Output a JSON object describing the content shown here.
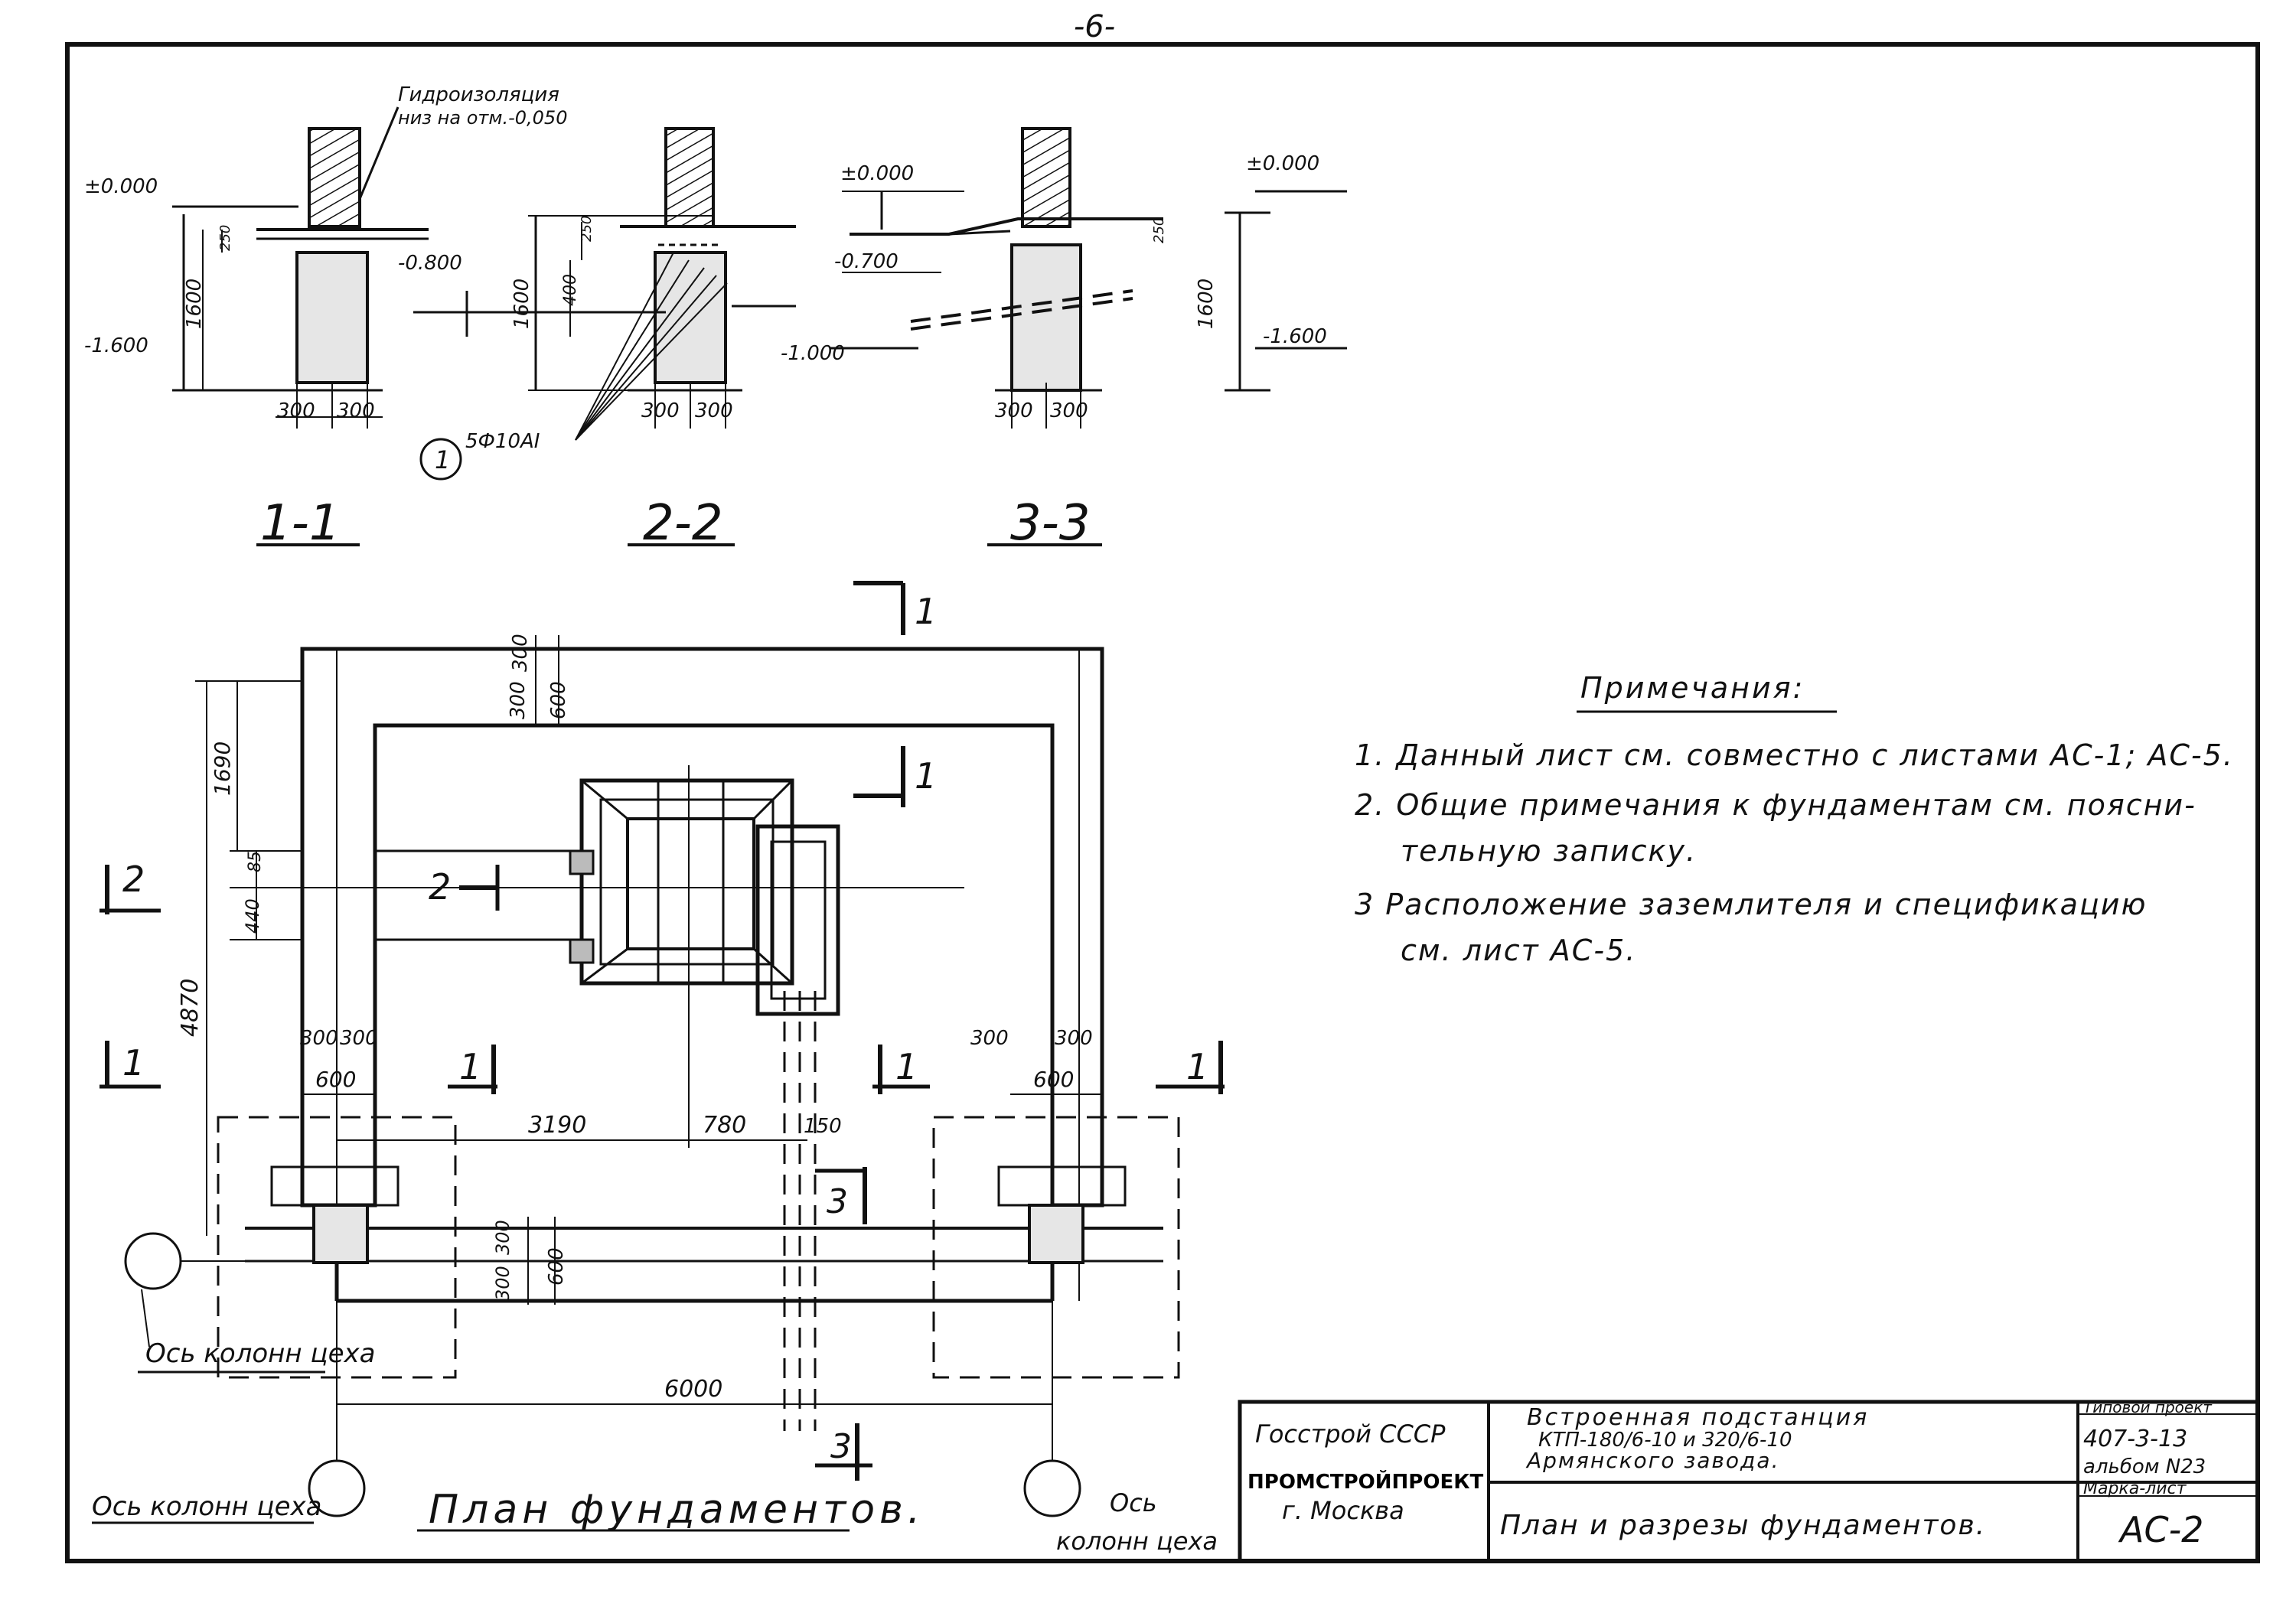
{
  "page_number": "-6-",
  "sections": {
    "s1": {
      "label": "1-1",
      "note_line1": "Гидроизоляция",
      "note_line2": "низ на отм.-0,050",
      "level_top": "±0.000",
      "level_bottom": "-1.600",
      "dim_height": "1600",
      "dim_small": "250",
      "width_a": "300",
      "width_b": "300"
    },
    "s2": {
      "label": "2-2",
      "level_mid": "-0.800",
      "dim_height": "1600",
      "dim_mid": "400",
      "dim_small": "250",
      "width_a": "300",
      "width_b": "300",
      "rebar": "5Ф10АI",
      "rebar_pos": "1"
    },
    "s3": {
      "label": "3-3",
      "level_top": "±0.000",
      "level_mid": "-0.700",
      "level_low": "-1.000",
      "level_top_right": "±0.000",
      "level_bottom": "-1.600",
      "dim_height": "1600",
      "dim_small": "250",
      "width_a": "300",
      "width_b": "300"
    }
  },
  "plan": {
    "title": "План фундаментов.",
    "dims": {
      "top_a": "300",
      "top_b": "300",
      "top_c": "600",
      "left_total": "4870",
      "left_upper": "1690",
      "left_85": "85",
      "left_440": "440",
      "col_l_a": "300",
      "col_l_b": "300",
      "col_l_w": "600",
      "col_r_a": "300",
      "col_r_b": "300",
      "col_r_w": "600",
      "span_3190": "3190",
      "span_780": "780",
      "span_150": "150",
      "bottom_300a": "300",
      "bottom_300b": "300",
      "bottom_600": "600",
      "span_6000": "6000"
    },
    "section_marks": {
      "s1": "1",
      "s2": "2",
      "s3": "3"
    },
    "axis_label_left": "Ось колонн цеха",
    "axis_label_bottom_left": "Ось колонн цеха",
    "axis_label_bottom_right_1": "Ось",
    "axis_label_bottom_right_2": "колонн цеха"
  },
  "notes": {
    "title": "Примечания:",
    "item1": "1. Данный лист см. совместно с листами АС-1; АС-5.",
    "item2a": "2. Общие примечания к фундаментам см. поясни-",
    "item2b": "тельную записку.",
    "item3a": "3 Расположение заземлителя и спецификацию",
    "item3b": "см. лист АС-5."
  },
  "title_block": {
    "org1": "Госстрой СССР",
    "org2": "ПРОМСТРОЙПРОЕКТ",
    "org3": "г. Москва",
    "project1": "Встроенная подстанция",
    "project2": "КТП-180/6-10 и 320/6-10",
    "project3": "Армянского завода.",
    "sheet_title": "План и разрезы фундаментов.",
    "type_label": "Типовой проект",
    "type_num": "407-3-13",
    "album": "альбом N23",
    "mark_label": "Марка-лист",
    "mark": "АС-2"
  }
}
